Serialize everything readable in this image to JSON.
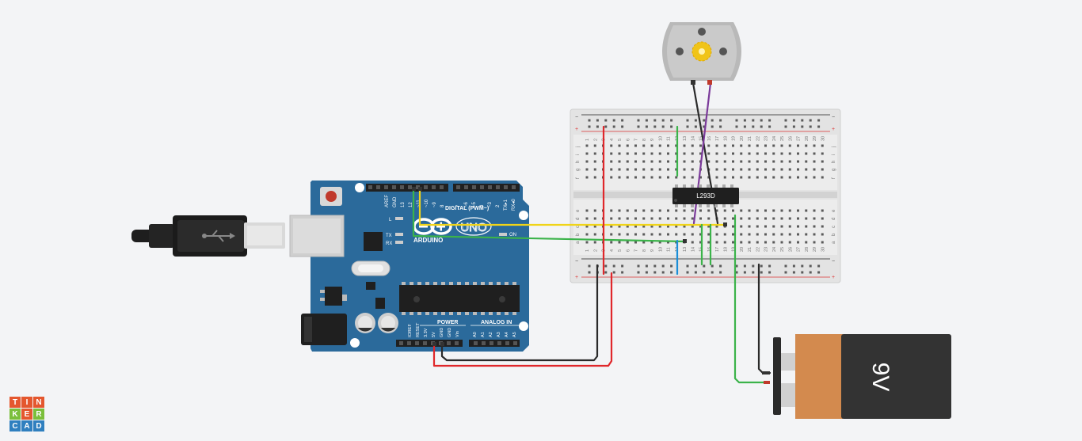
{
  "arduino": {
    "brand": "ARDUINO",
    "model": "UNO",
    "digital_label": "DIGITAL (PWM~)",
    "power_label": "POWER",
    "analog_label": "ANALOG IN",
    "led_l": "L",
    "led_tx": "TX",
    "led_rx": "RX",
    "led_on": "ON",
    "digital_pins": [
      "AREF",
      "GND",
      "13",
      "12",
      "~11",
      "~10",
      "~9",
      "8",
      "7",
      "~6",
      "~5",
      "4",
      "~3",
      "2",
      "TX▸1",
      "RX◂0"
    ],
    "power_pins": [
      "IOREF",
      "RESET",
      "3.3V",
      "5V",
      "GND",
      "GND",
      "Vin"
    ],
    "analog_pins": [
      "A0",
      "A1",
      "A2",
      "A3",
      "A4",
      "A5"
    ]
  },
  "ic": {
    "label": "L293D"
  },
  "battery": {
    "label": "9V"
  },
  "breadboard": {
    "columns": [
      "1",
      "2",
      "3",
      "4",
      "5",
      "6",
      "7",
      "8",
      "9",
      "10",
      "11",
      "12",
      "13",
      "14",
      "15",
      "16",
      "17",
      "18",
      "19",
      "20",
      "21",
      "22",
      "23",
      "24",
      "25",
      "26",
      "27",
      "28",
      "29",
      "30"
    ],
    "rows_top": [
      "j",
      "i",
      "h",
      "g",
      "f"
    ],
    "rows_bottom": [
      "e",
      "d",
      "c",
      "b",
      "a"
    ],
    "plus": "+",
    "minus": "−"
  },
  "logo": {
    "letters": [
      "T",
      "I",
      "N",
      "K",
      "E",
      "R",
      "C",
      "A",
      "D"
    ]
  },
  "colors": {
    "background": "#f3f4f6",
    "arduino_board": "#2b6a9b",
    "wire_red": "#e0272b",
    "wire_black": "#2a2a2a",
    "wire_green": "#3bb34a",
    "wire_yellow": "#f0d419",
    "wire_purple": "#7b3a9a",
    "wire_blue": "#1a8ed8",
    "logo_orange": "#e4572e",
    "logo_green": "#7bbf3b",
    "logo_blue": "#2f7fbf"
  }
}
